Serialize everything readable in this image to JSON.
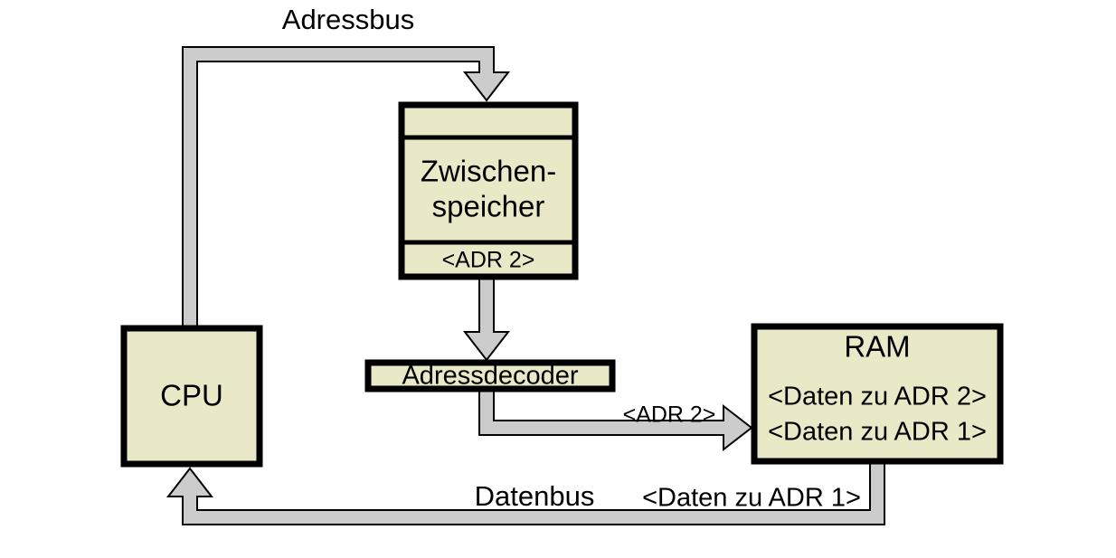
{
  "diagram": {
    "title_visible": false,
    "colors": {
      "box_fill": "#E9E9C8",
      "box_stroke": "#000000",
      "bus_fill": "#CCCCCC",
      "bus_stroke": "#000000",
      "background": "#FFFFFF",
      "text": "#000000"
    },
    "labels": {
      "address_bus": "Adressbus",
      "data_bus": "Datenbus",
      "data_bus_payload": "<Daten zu ADR 1>",
      "decoder_to_ram": "<ADR 2>"
    },
    "boxes": {
      "cpu": {
        "name": "CPU",
        "lines": [
          "CPU"
        ]
      },
      "zwischenspeicher": {
        "name": "Zwischenspeicher",
        "top_strip": "",
        "lines": [
          "Zwischen-",
          "speicher"
        ],
        "bottom": "<ADR 2>"
      },
      "adressdecoder": {
        "name": "Adressdecoder",
        "lines": [
          "Adressdecoder"
        ]
      },
      "ram": {
        "name": "RAM",
        "lines": [
          "RAM",
          "<Daten zu ADR 2>",
          "<Daten zu ADR 1>"
        ]
      }
    },
    "connections": [
      {
        "id": "cpu-to-zwischenspeicher",
        "label": "Adressbus",
        "from": "CPU",
        "to": "Zwischenspeicher",
        "direction": "up-right-down"
      },
      {
        "id": "zwischenspeicher-to-adressdecoder",
        "label": "",
        "from": "Zwischenspeicher",
        "to": "Adressdecoder",
        "direction": "down"
      },
      {
        "id": "adressdecoder-to-ram",
        "label": "<ADR 2>",
        "from": "Adressdecoder",
        "to": "RAM",
        "direction": "down-right"
      },
      {
        "id": "ram-to-cpu",
        "label": "Datenbus",
        "payload": "<Daten zu ADR 1>",
        "from": "RAM",
        "to": "CPU",
        "direction": "down-left-up"
      }
    ]
  }
}
